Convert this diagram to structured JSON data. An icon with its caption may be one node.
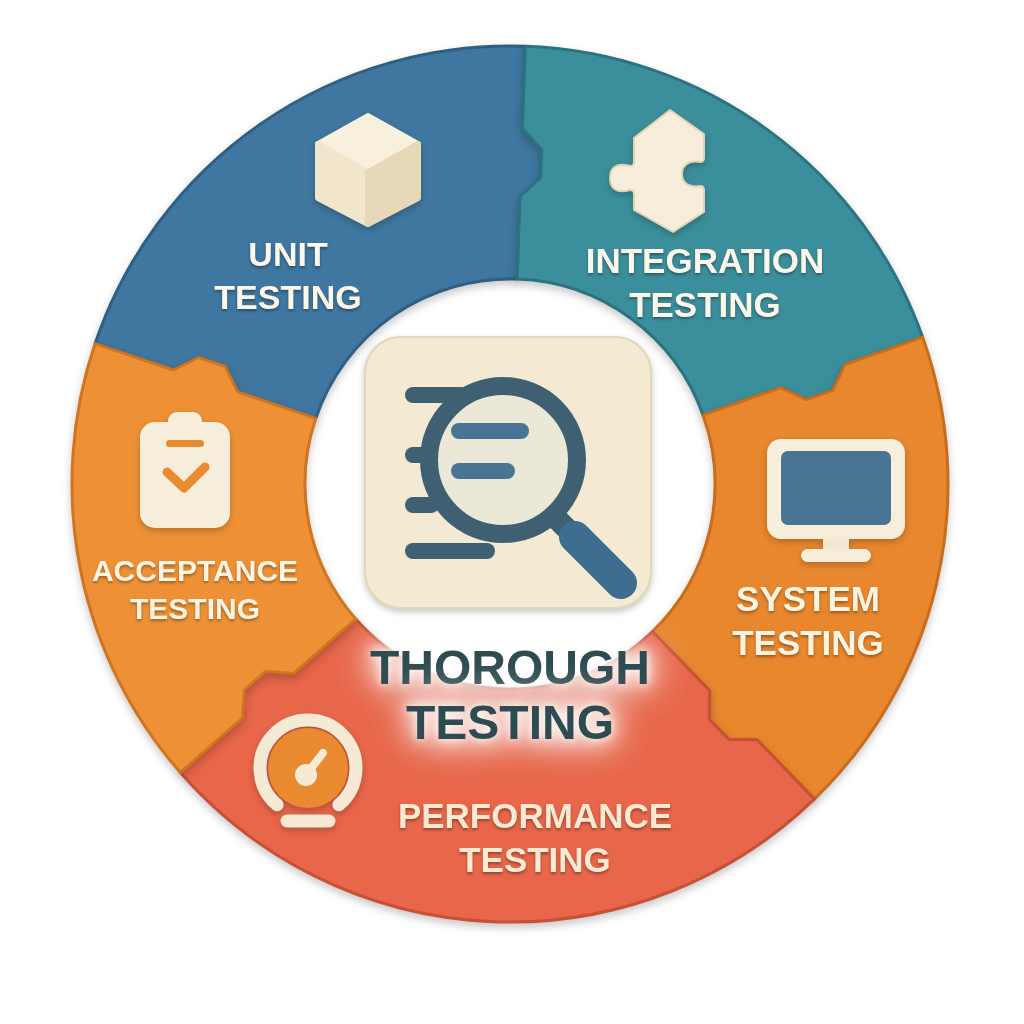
{
  "diagram": {
    "title": "THOROUGH TESTING",
    "nodes": [
      {
        "text": [
          "UNIT TESTING"
        ]
      },
      {
        "text": [
          "INTEGRATION TESTING"
        ]
      },
      {
        "text": [
          "SYSTEM TESTING"
        ]
      },
      {
        "text": [
          "PERFORMANCE TESTING"
        ]
      },
      {
        "text": [
          "ACCEPTANCE TESTING"
        ]
      }
    ]
  }
}
